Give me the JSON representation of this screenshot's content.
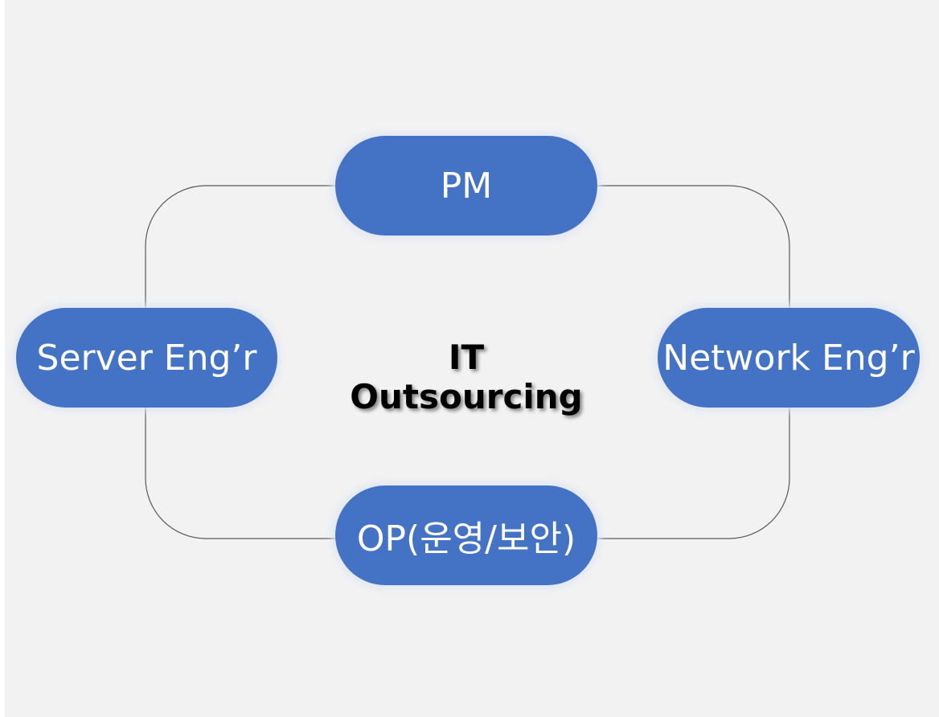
{
  "title": "IT Outsourcing",
  "nodes": {
    "top": "PM",
    "left": "Server Eng’r",
    "right": "Network Eng’r",
    "bottom": "OP(운영/보안)"
  },
  "colors": {
    "node": "#4472c4",
    "background": "#f2f2f2",
    "line": "#595959"
  }
}
